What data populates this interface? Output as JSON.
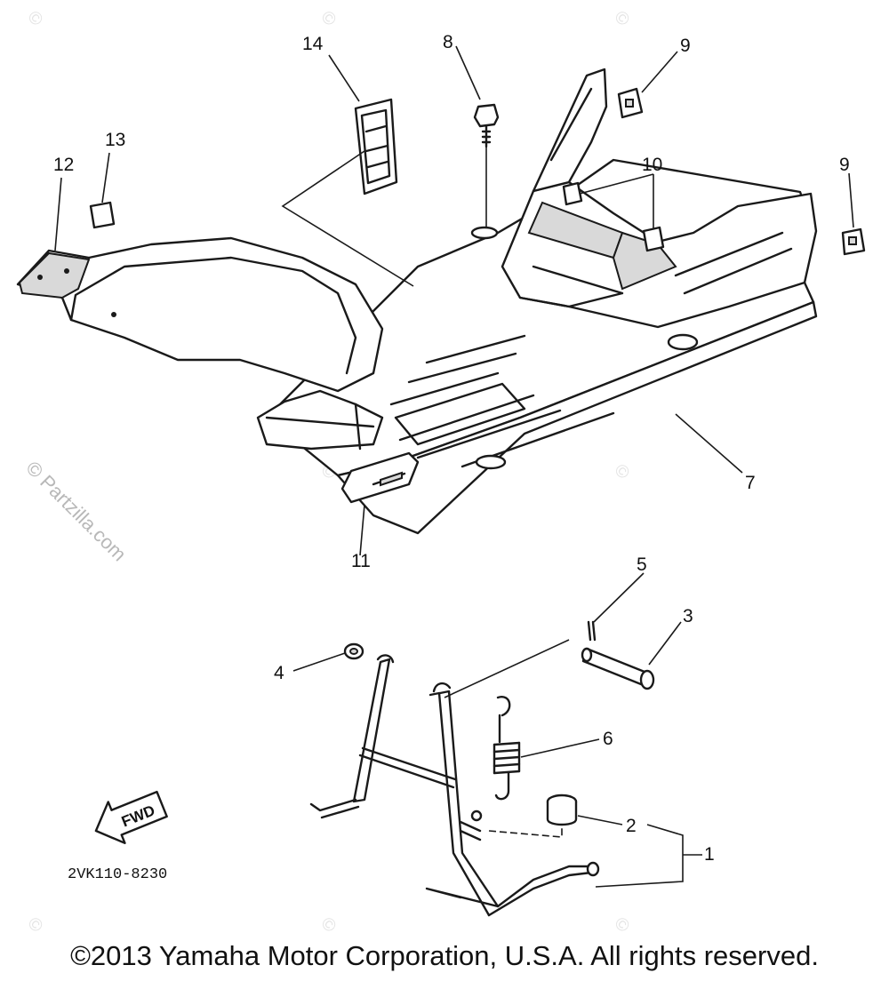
{
  "callouts": [
    {
      "id": "14",
      "label": "14"
    },
    {
      "id": "8",
      "label": "8"
    },
    {
      "id": "9a",
      "label": "9"
    },
    {
      "id": "13",
      "label": "13"
    },
    {
      "id": "12",
      "label": "12"
    },
    {
      "id": "10",
      "label": "10"
    },
    {
      "id": "9b",
      "label": "9"
    },
    {
      "id": "7",
      "label": "7"
    },
    {
      "id": "11",
      "label": "11"
    },
    {
      "id": "5",
      "label": "5"
    },
    {
      "id": "3",
      "label": "3"
    },
    {
      "id": "4",
      "label": "4"
    },
    {
      "id": "6",
      "label": "6"
    },
    {
      "id": "2",
      "label": "2"
    },
    {
      "id": "1",
      "label": "1"
    }
  ],
  "fwd_label": "FWD",
  "diagram_code": "2VK110-8230",
  "watermark": "© Partzilla.com",
  "copyright": "©2013 Yamaha Motor Corporation, U.S.A. All rights reserved."
}
